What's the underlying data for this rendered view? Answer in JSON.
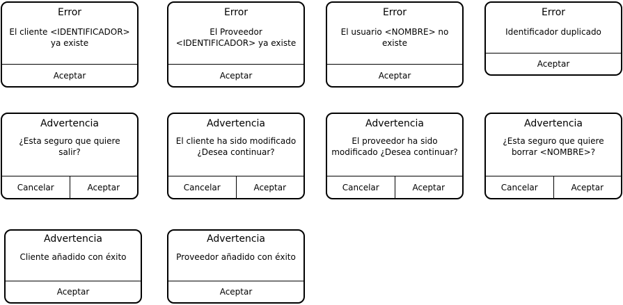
{
  "dialogs": [
    {
      "title": "Error",
      "message": "El cliente <IDENTIFICADOR>\nya existe",
      "buttons": [
        "Aceptar"
      ]
    },
    {
      "title": "Error",
      "message": "El Proveedor\n<IDENTIFICADOR> ya existe",
      "buttons": [
        "Aceptar"
      ]
    },
    {
      "title": "Error",
      "message": "El usuario <NOMBRE> no\nexiste",
      "buttons": [
        "Aceptar"
      ]
    },
    {
      "title": "Error",
      "message": "Identificador duplicado",
      "buttons": [
        "Aceptar"
      ]
    },
    {
      "title": "Advertencia",
      "message": "¿Esta seguro que quiere\nsalir?",
      "buttons": [
        "Cancelar",
        "Aceptar"
      ]
    },
    {
      "title": "Advertencia",
      "message": "El cliente ha sido modificado\n¿Desea continuar?",
      "buttons": [
        "Cancelar",
        "Aceptar"
      ]
    },
    {
      "title": "Advertencia",
      "message": "El proveedor ha sido\nmodificado ¿Desea continuar?",
      "buttons": [
        "Cancelar",
        "Aceptar"
      ]
    },
    {
      "title": "Advertencia",
      "message": "¿Esta seguro que quiere\nborrar <NOMBRE>?",
      "buttons": [
        "Cancelar",
        "Aceptar"
      ]
    },
    {
      "title": "Advertencia",
      "message": "Cliente añadido con éxito",
      "buttons": [
        "Aceptar"
      ]
    },
    {
      "title": "Advertencia",
      "message": "Proveedor añadido con éxito",
      "buttons": [
        "Aceptar"
      ]
    }
  ]
}
